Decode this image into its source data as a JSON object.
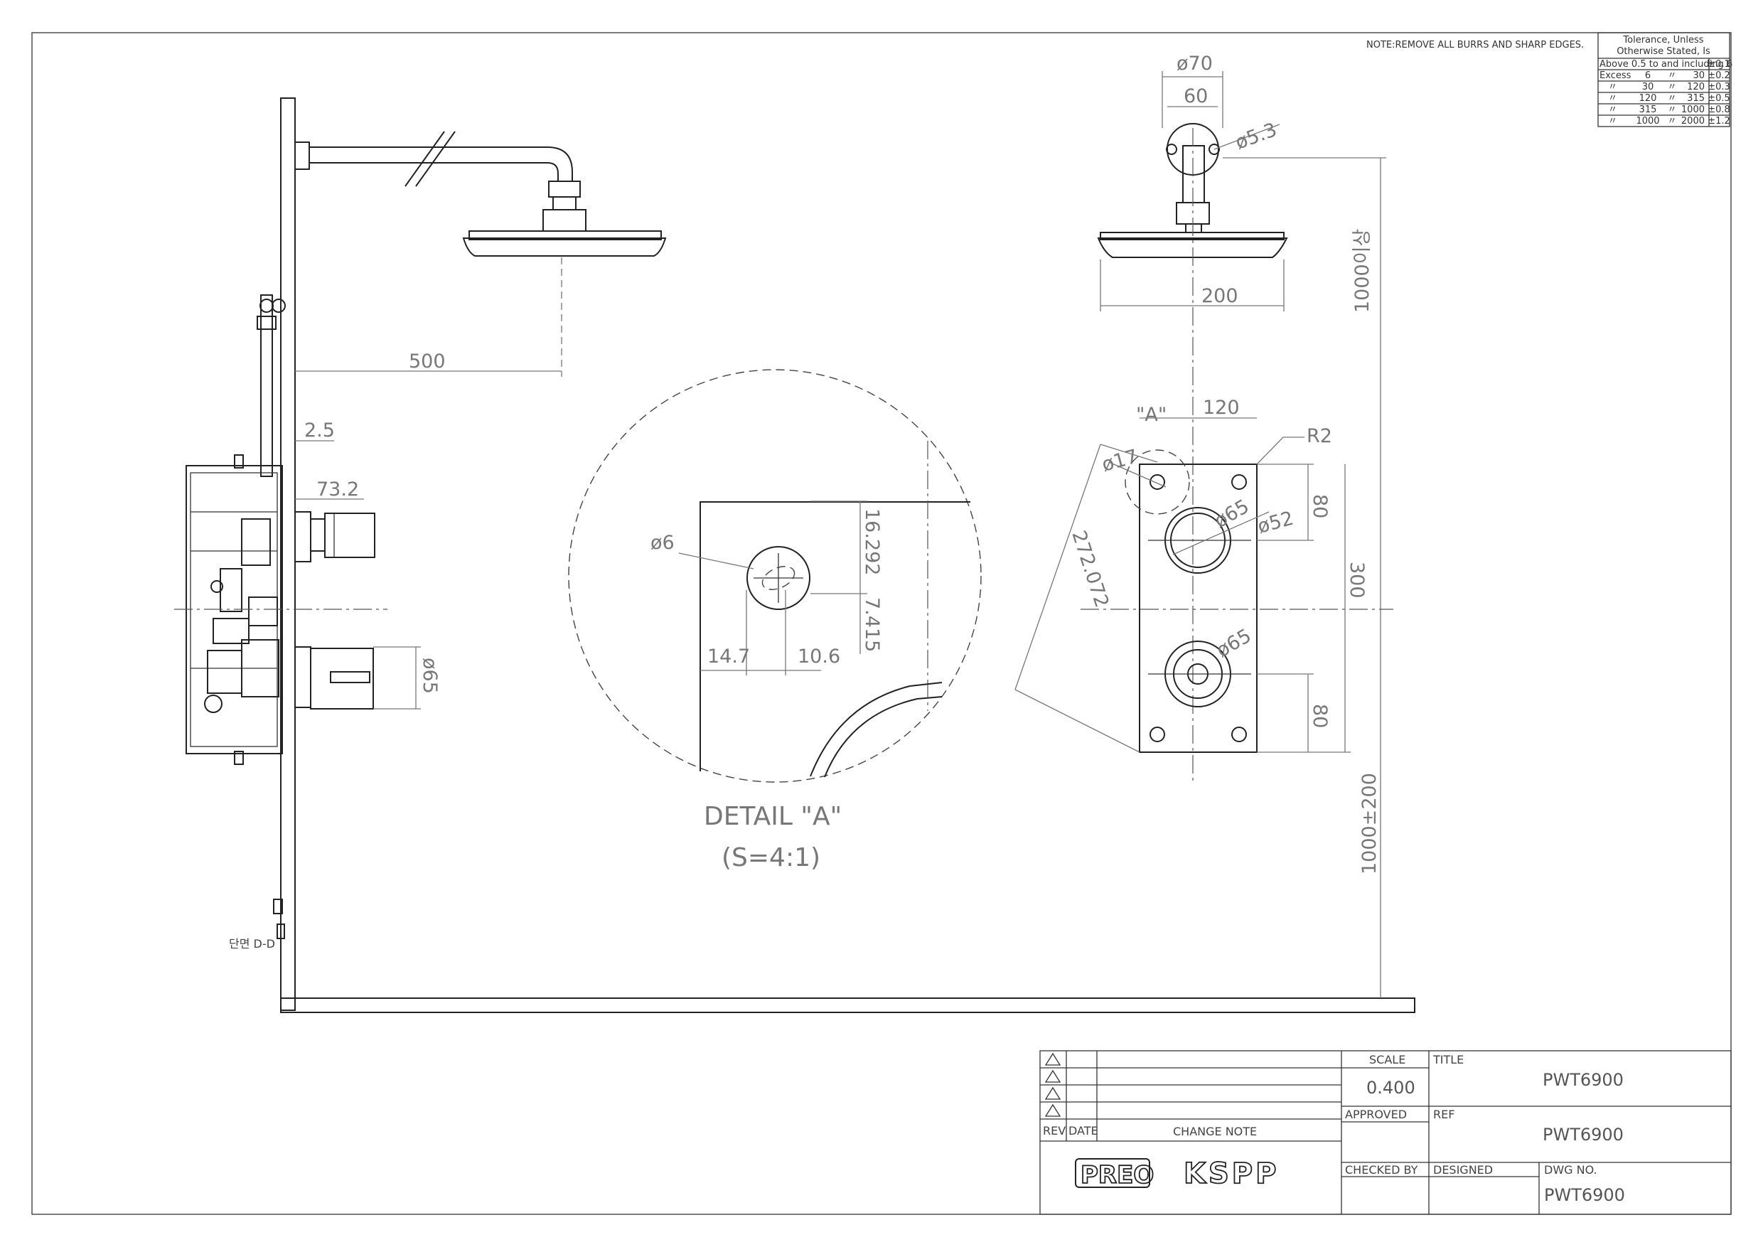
{
  "note": "NOTE:REMOVE ALL BURRS AND SHARP EDGES.",
  "tolerance": {
    "header_line1": "Tolerance, Unless",
    "header_line2": "Otherwise Stated, Is",
    "rows": [
      [
        "Above 0.5 to and including 6",
        "",
        "",
        "",
        "±0.1"
      ],
      [
        "Excess",
        "6",
        "〃",
        "30",
        "±0.2"
      ],
      [
        "〃",
        "30",
        "〃",
        "120",
        "±0.3"
      ],
      [
        "〃",
        "120",
        "〃",
        "315",
        "±0.5"
      ],
      [
        "〃",
        "315",
        "〃",
        "1000",
        "±0.8"
      ],
      [
        "〃",
        "1000",
        "〃",
        "2000",
        "±1.2"
      ]
    ]
  },
  "side_view": {
    "dim_500": "500",
    "dim_2_5": "2.5",
    "dim_73_2": "73.2",
    "dim_d65": "ø65",
    "section_label": "단면 D-D"
  },
  "front_view": {
    "dim_d70": "ø70",
    "dim_60": "60",
    "dim_d5_3": "ø5.3",
    "dim_200": "200",
    "dim_1000_above": "1000이상",
    "dim_120": "120",
    "label_a": "\"A\"",
    "dim_r2": "R2",
    "dim_d17": "ø17",
    "dim_d65_top": "ø65",
    "dim_d52": "ø52",
    "dim_80_top": "80",
    "dim_300": "300",
    "dim_272": "272.072",
    "dim_d65_bottom": "ø65",
    "dim_80_bottom": "80",
    "dim_1000_200": "1000±200"
  },
  "detail": {
    "dim_d6": "ø6",
    "dim_16_292": "16.292",
    "dim_7_415": "7.415",
    "dim_14_7": "14.7",
    "dim_10_6": "10.6",
    "title": "DETAIL \"A\"",
    "scale": "(S=4:1)"
  },
  "title_block": {
    "rev_label": "REV",
    "date_label": "DATE",
    "change_note_label": "CHANGE NOTE",
    "scale_label": "SCALE",
    "scale_value": "0.400",
    "title_label": "TITLE",
    "title_value": "PWT6900",
    "approved_label": "APPROVED",
    "ref_label": "REF",
    "ref_value": "PWT6900",
    "checked_label": "CHECKED BY",
    "designed_label": "DESIGNED",
    "dwg_label": "DWG NO.",
    "dwg_value": "PWT6900",
    "logo1": "PREO",
    "logo2": "KSPP"
  }
}
